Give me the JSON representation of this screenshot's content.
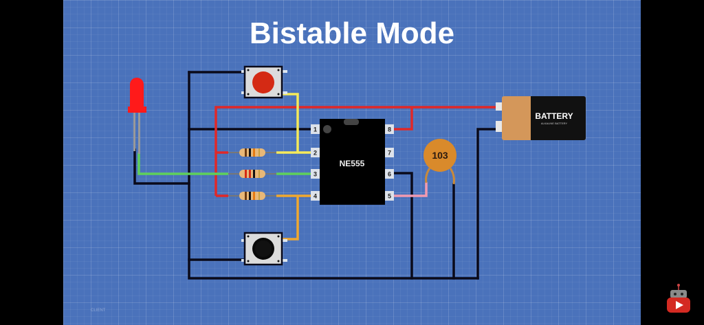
{
  "title": "Bistable Mode",
  "credit": "CLIENT",
  "chip": {
    "label": "NE555",
    "pins_left": [
      "1",
      "2",
      "3",
      "4"
    ],
    "pins_right": [
      "8",
      "7",
      "6",
      "5"
    ]
  },
  "capacitor": {
    "label": "103",
    "color": "#d98a2b"
  },
  "battery": {
    "label": "BATTERY",
    "sublabel": "ALKALINE BATTERY"
  },
  "buttons": {
    "top_color": "#d42a14",
    "bottom_color": "#000000"
  },
  "led": {
    "color": "#ff1a1a"
  },
  "wire_colors": {
    "black": "#0a0a1a",
    "red": "#e02828",
    "yellow": "#f5ea5a",
    "green": "#5fd05a",
    "orange": "#f0a830",
    "pink": "#f29ab0"
  },
  "overlay": {
    "icon": "youtube-robot-icon"
  }
}
